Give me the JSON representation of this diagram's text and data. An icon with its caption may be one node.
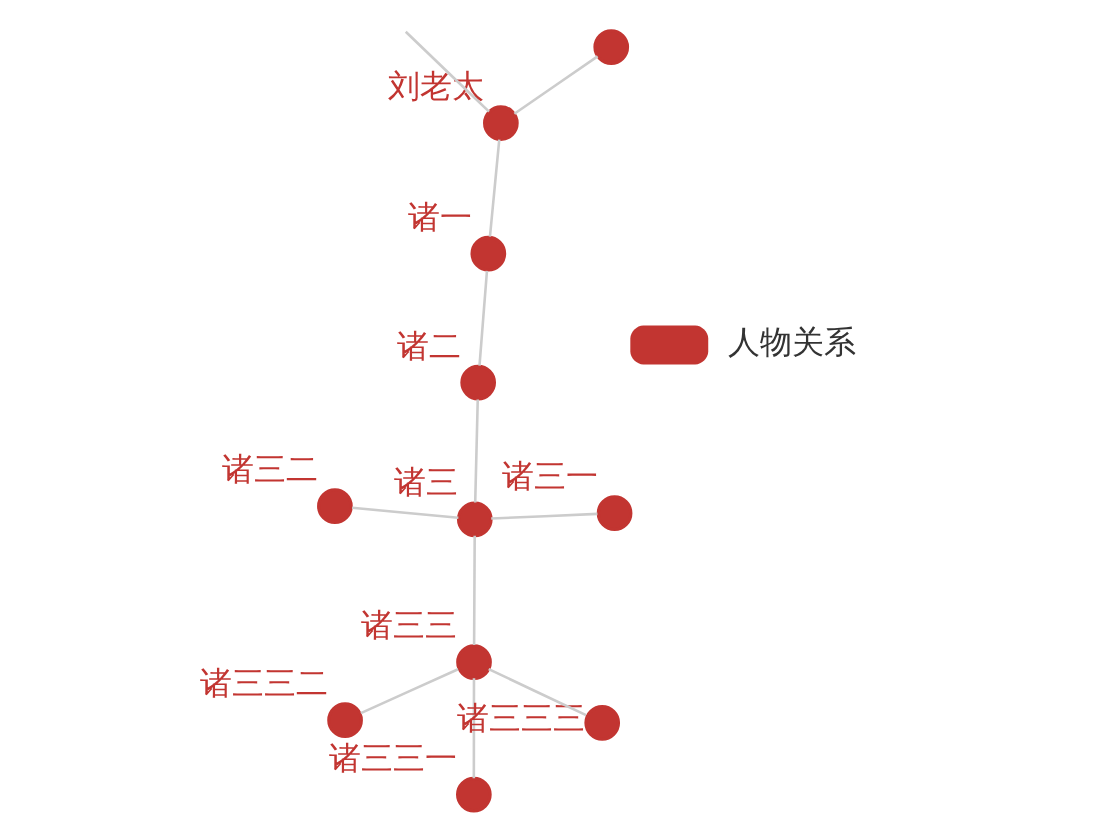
{
  "diagram": {
    "nodes": [
      {
        "text": [],
        "shape": "circle",
        "beside": [
          "诸三二"
        ]
      },
      {
        "text": [],
        "shape": "circle",
        "beside": [
          "诸三一"
        ]
      },
      {
        "text": [],
        "shape": "circle",
        "beside": [
          "诸三"
        ]
      },
      {
        "text": [],
        "shape": "circle",
        "beside": [
          "诸二"
        ]
      },
      {
        "text": [],
        "shape": "circle",
        "beside": [
          "诸一"
        ]
      },
      {
        "text": [],
        "shape": "circle",
        "beside": [
          "刘老太"
        ]
      },
      {
        "text": [],
        "shape": "circle",
        "beside": [
          "诸三三二"
        ]
      },
      {
        "text": [],
        "shape": "circle"
      },
      {
        "text": [],
        "shape": "circle",
        "beside": [
          "诸三三"
        ]
      },
      {
        "text": [],
        "shape": "circle",
        "beside": [
          "诸三三一"
        ]
      },
      {
        "text": [],
        "shape": "circle",
        "beside": [
          "诸三三三"
        ]
      }
    ],
    "edges": [
      {
        "from": 0,
        "to": 2,
        "arrow": "none"
      },
      {
        "from": 1,
        "to": 2,
        "arrow": "none"
      },
      {
        "from": 2,
        "to": 3,
        "arrow": "none"
      },
      {
        "from": 3,
        "to": 4,
        "arrow": "none"
      },
      {
        "from": 4,
        "to": 5,
        "arrow": "none"
      },
      {
        "from": 5,
        "to": null,
        "arrow": "none"
      },
      {
        "from": 5,
        "to": 7,
        "arrow": "none"
      },
      {
        "from": 2,
        "to": 8,
        "arrow": "none"
      },
      {
        "from": 6,
        "to": 8,
        "arrow": "none"
      },
      {
        "from": 8,
        "to": 9,
        "arrow": "none"
      },
      {
        "from": 8,
        "to": 10,
        "arrow": "none"
      }
    ],
    "legend": [
      {
        "text": "人物关系",
        "color": "#c23531"
      }
    ]
  }
}
